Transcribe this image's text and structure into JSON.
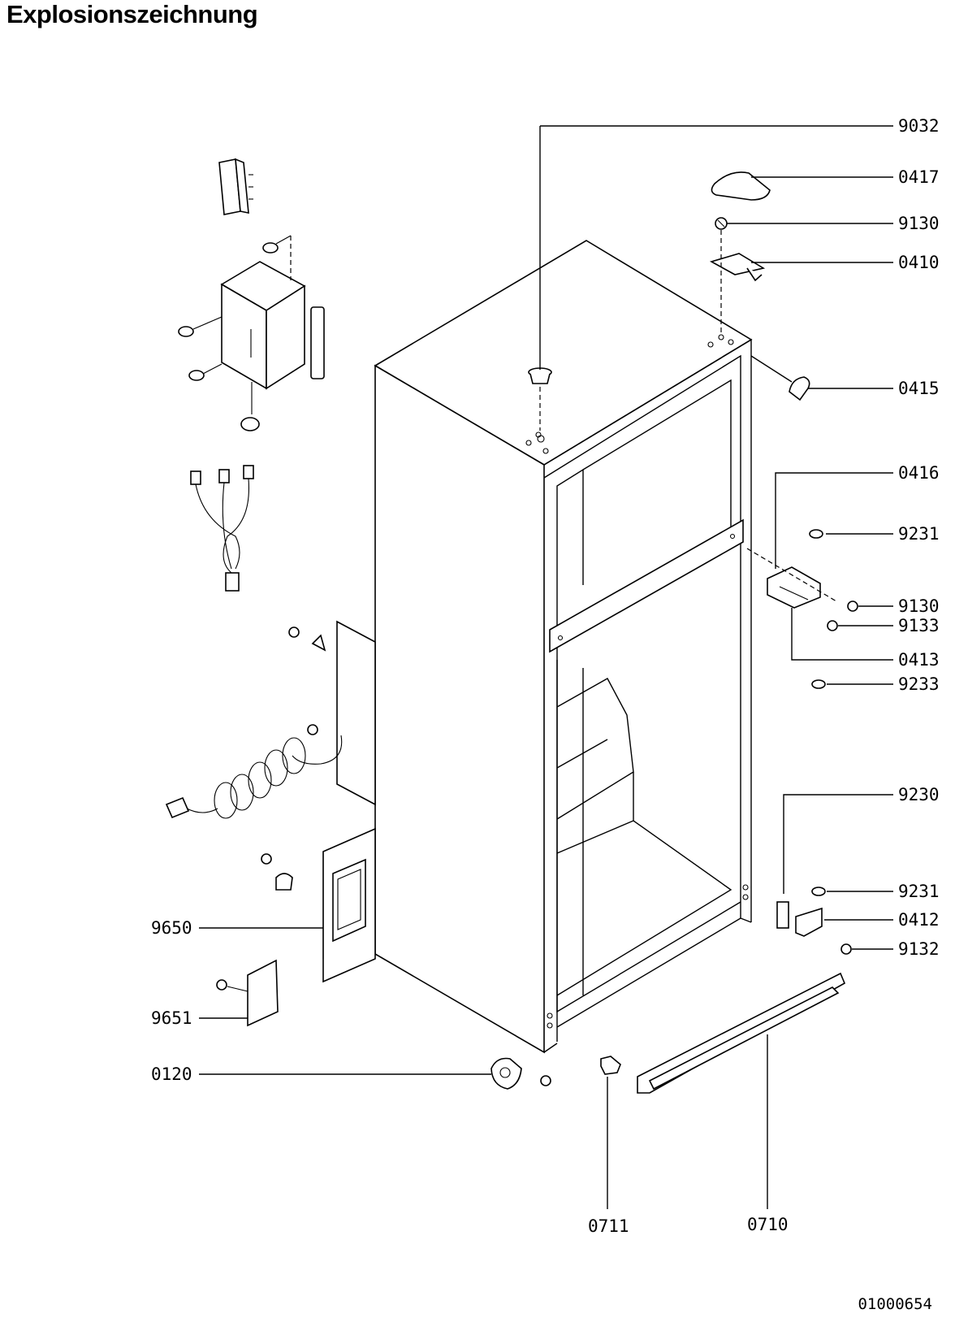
{
  "title": "Explosionszeichnung",
  "document_number": "01000654",
  "part_labels": {
    "p9032": "9032",
    "p0417": "0417",
    "p9130a": "9130",
    "p0410": "0410",
    "p0415": "0415",
    "p0416": "0416",
    "p9231a": "9231",
    "p9130b": "9130",
    "p9133": "9133",
    "p0413": "0413",
    "p9233": "9233",
    "p9230": "9230",
    "p9231b": "9231",
    "p0412": "0412",
    "p9132": "9132",
    "p9650": "9650",
    "p9651": "9651",
    "p0120": "0120",
    "p0711": "0711",
    "p0710": "0710"
  }
}
